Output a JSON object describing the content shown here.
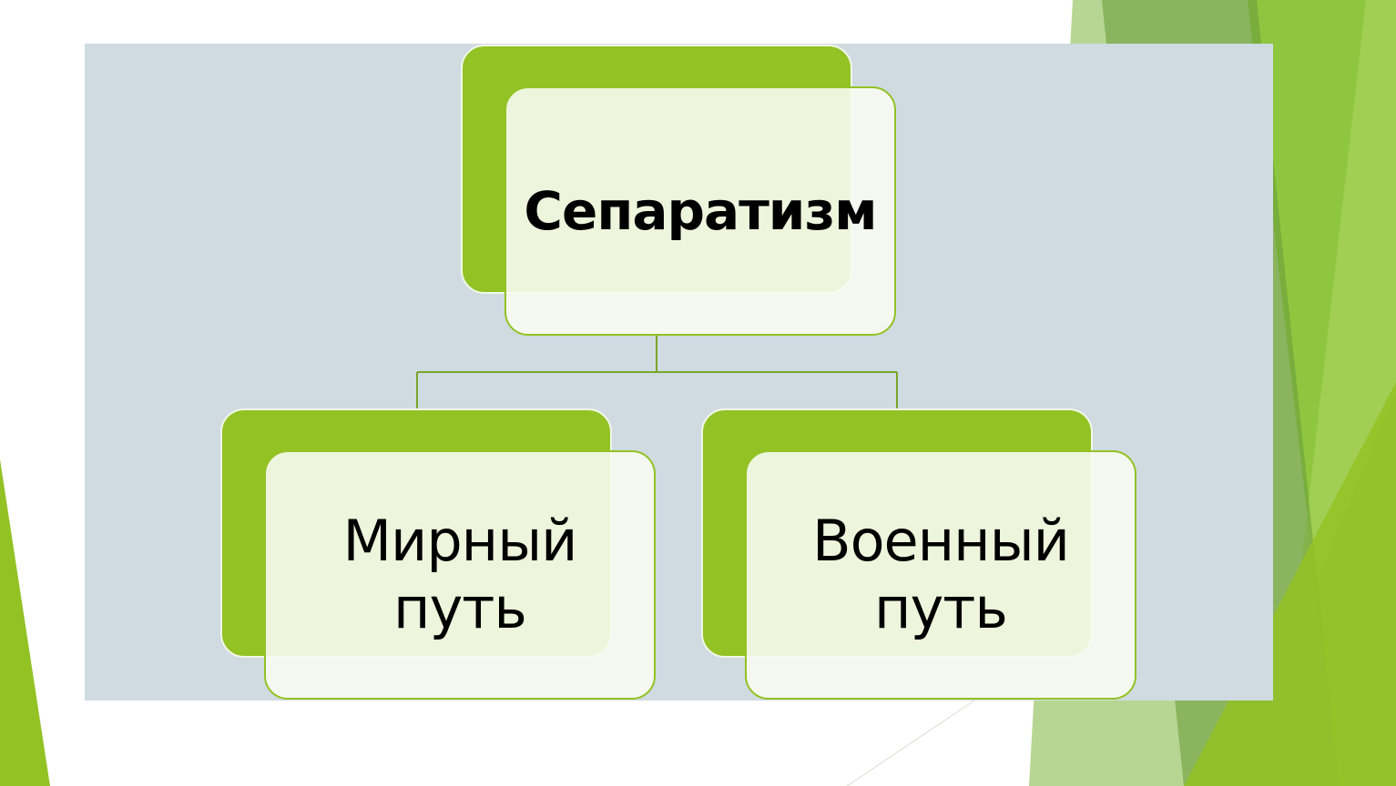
{
  "colors": {
    "accent_green": "#93c225",
    "panel": "#cfdbe0",
    "node_fill": "#f8fbf2",
    "line": "#7aa52a"
  },
  "diagram": {
    "root": {
      "label": "Сепаратизм"
    },
    "children": [
      {
        "label": "Мирный\nпуть"
      },
      {
        "label": "Военный\nпуть"
      }
    ]
  }
}
